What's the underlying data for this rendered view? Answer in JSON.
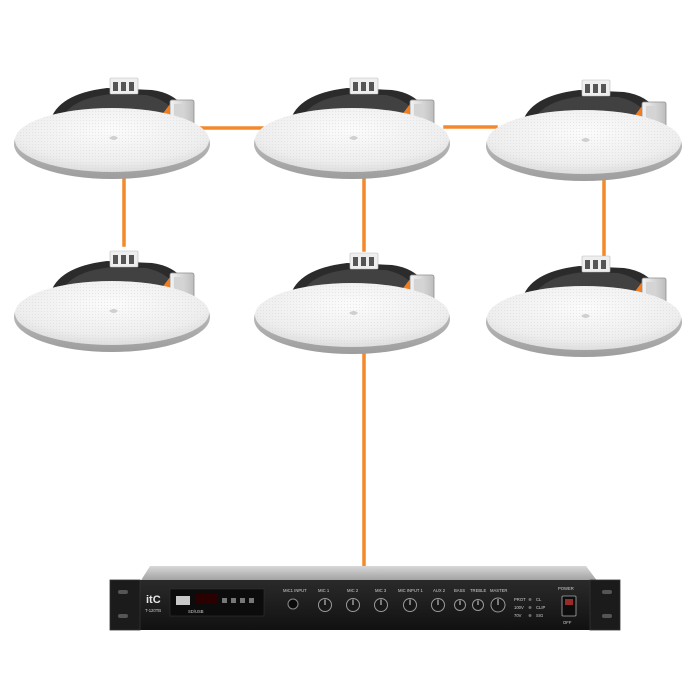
{
  "diagram": {
    "wire_color": "#f28a2c",
    "speaker_count": 6
  },
  "amplifier": {
    "brand": "itC",
    "model": "T-120TB",
    "usb_label": "SD/USB",
    "section_labels": [
      "MIC1 INPUT",
      "MIC 1",
      "MIC 2",
      "MIC 3",
      "MIC INPUT 1",
      "AUX 2",
      "BASS",
      "TREBLE",
      "MASTER"
    ],
    "status_labels": [
      "PROT",
      "100V",
      "70V",
      "CL",
      "CLIP",
      "SIG"
    ],
    "power_label": "POWER",
    "power_state_label": "OFF"
  }
}
